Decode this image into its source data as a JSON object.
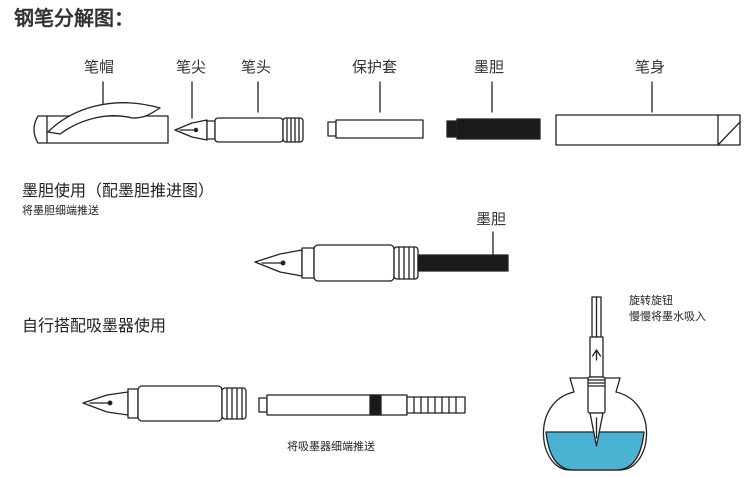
{
  "title": "钢笔分解图：",
  "parts": {
    "cap": "笔帽",
    "nib": "笔尖",
    "grip": "笔头",
    "protector": "保护套",
    "cartridge": "墨胆",
    "barrel": "笔身"
  },
  "section_cartridge": {
    "heading": "墨胆使用（配墨胆推进图）",
    "note": "将墨胆细端推送",
    "label": "墨胆"
  },
  "section_converter": {
    "heading": "自行搭配吸墨器使用",
    "note": "将吸墨器细端推送",
    "instruction_line1": "旋转旋钮",
    "instruction_line2": "慢慢将墨水吸入"
  },
  "colors": {
    "ink": "#4ab3d3",
    "line": "#222222",
    "cartridge_fill": "#1a1a1a"
  }
}
